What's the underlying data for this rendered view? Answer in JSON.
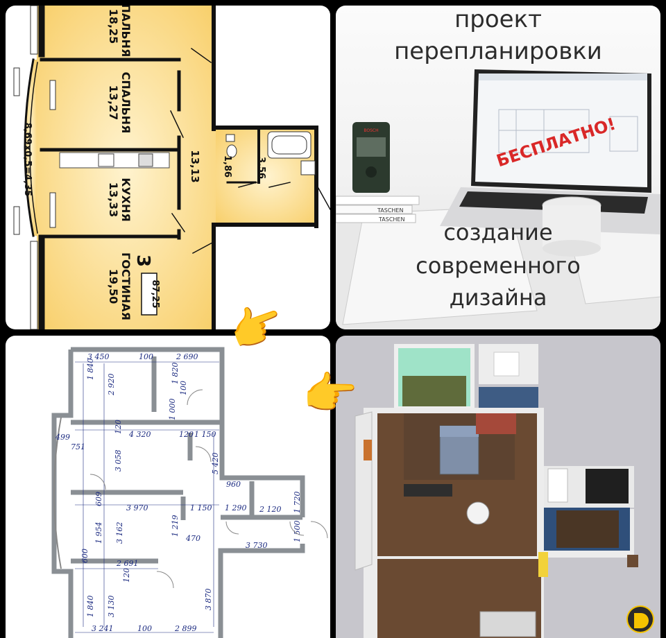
{
  "plan1": {
    "rooms": [
      {
        "name": "СПАЛЬНЯ",
        "area": "18,25"
      },
      {
        "name": "СПАЛЬНЯ",
        "area": "13,27"
      },
      {
        "name": "КУХНЯ",
        "area": "13,33"
      },
      {
        "name": "ГОСТИНАЯ",
        "area": "19,50"
      }
    ],
    "corridor": "13,13",
    "wc": "1,86",
    "bath": "3,56",
    "balcony": "8,69х0,5=4,35",
    "rooms_count": "3",
    "total_area": "87,25"
  },
  "promo": {
    "heading_line1": "проект",
    "heading_line2": "перепланировки",
    "stamp": "БЕСПЛАТНО!",
    "footer_line1": "создание",
    "footer_line2": "современного",
    "footer_line3": "дизайна",
    "book_label": "TASCHEN",
    "book_label2": "TASCHEN",
    "device_brand": "BOSCH"
  },
  "plan2": {
    "dims": [
      "3 450",
      "100",
      "2 690",
      "1 840",
      "2 920",
      "1 820",
      "100",
      "1 000",
      "499",
      "751",
      "4 320",
      "120",
      "1 150",
      "3 058",
      "120",
      "5 420",
      "960",
      "3 970",
      "1 150",
      "1 290",
      "2 120",
      "1 720",
      "609",
      "1 954",
      "3 162",
      "1 219",
      "470",
      "1 500",
      "3 730",
      "600",
      "2 691",
      "120",
      "1 840",
      "3 130",
      "3 870",
      "3 241",
      "100",
      "2 899"
    ]
  },
  "colors": {
    "floorplan_fill": "#fbd77a",
    "wall": "#111111",
    "dims_text": "#1b2a80",
    "stamp_red": "#d92828"
  }
}
